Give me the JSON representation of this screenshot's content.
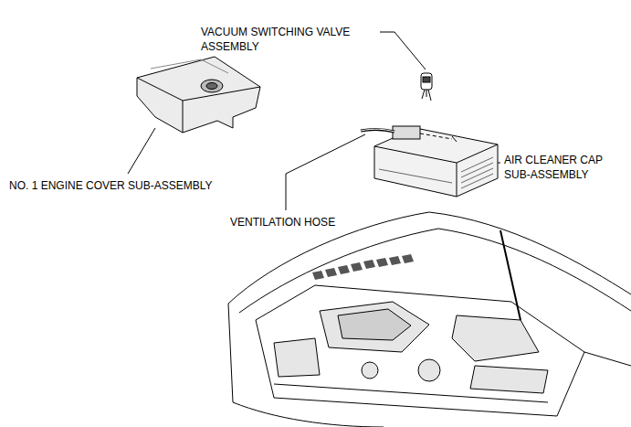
{
  "diagram": {
    "labels": [
      "VACUUM SWITCHING VALVE ASSEMBLY",
      "NO. 1 ENGINE COVER SUB-ASSEMBLY",
      "VENTILATION HOSE",
      "AIR CLEANER CAP SUB-ASSEMBLY"
    ]
  }
}
